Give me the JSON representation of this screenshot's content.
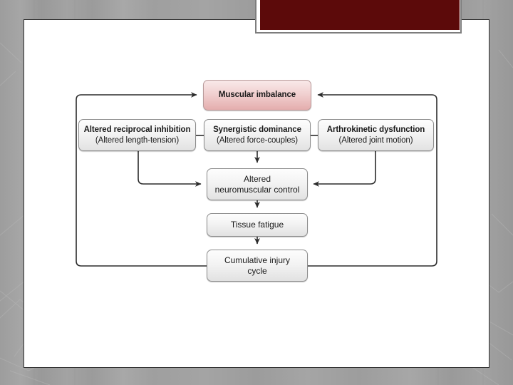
{
  "slide": {
    "banner": {
      "color": "#5c0a0a",
      "label": ""
    },
    "background_color": "#9e9e9e",
    "canvas_color": "#ffffff"
  },
  "diagram": {
    "type": "flowchart",
    "title": "Cumulative injury cycle flowchart",
    "nodes": [
      {
        "id": "muscular-imbalance",
        "lines": [
          "Muscular imbalance"
        ],
        "style": "pink",
        "bold_first_line": true
      },
      {
        "id": "altered-reciprocal-inhibition",
        "lines": [
          "Altered reciprocal inhibition",
          "(Altered length-tension)"
        ],
        "style": "gray",
        "bold_first_line": true
      },
      {
        "id": "synergistic-dominance",
        "lines": [
          "Synergistic dominance",
          "(Altered force-couples)"
        ],
        "style": "gray",
        "bold_first_line": true
      },
      {
        "id": "arthrokinetic-dysfunction",
        "lines": [
          "Arthrokinetic dysfunction",
          "(Altered joint motion)"
        ],
        "style": "gray",
        "bold_first_line": true
      },
      {
        "id": "altered-neuromuscular-control",
        "lines": [
          "Altered",
          "neuromuscular control"
        ],
        "style": "gray",
        "bold_first_line": false
      },
      {
        "id": "tissue-fatigue",
        "lines": [
          "Tissue fatigue"
        ],
        "style": "gray",
        "bold_first_line": false
      },
      {
        "id": "cumulative-injury-cycle",
        "lines": [
          "Cumulative injury",
          "cycle"
        ],
        "style": "gray",
        "bold_first_line": false
      }
    ],
    "edges": [
      {
        "from": "cumulative-injury-cycle",
        "to": "muscular-imbalance",
        "path": "left-loop",
        "arrow": true
      },
      {
        "from": "cumulative-injury-cycle",
        "to": "muscular-imbalance",
        "path": "right-loop",
        "arrow": true
      },
      {
        "from": "altered-reciprocal-inhibition",
        "to": "altered-neuromuscular-control",
        "path": "elbow-right",
        "arrow": true
      },
      {
        "from": "synergistic-dominance",
        "to": "altered-neuromuscular-control",
        "path": "straight-down",
        "arrow": true
      },
      {
        "from": "arthrokinetic-dysfunction",
        "to": "altered-neuromuscular-control",
        "path": "elbow-left",
        "arrow": true
      },
      {
        "from": "altered-neuromuscular-control",
        "to": "tissue-fatigue",
        "path": "straight-down",
        "arrow": true
      },
      {
        "from": "tissue-fatigue",
        "to": "cumulative-injury-cycle",
        "path": "straight-down",
        "arrow": true
      },
      {
        "from": "altered-reciprocal-inhibition",
        "to": "synergistic-dominance",
        "path": "link",
        "arrow": false
      },
      {
        "from": "synergistic-dominance",
        "to": "arthrokinetic-dysfunction",
        "path": "link",
        "arrow": false
      }
    ],
    "colors": {
      "connector": "#2b2b2b",
      "node_border": "#8d8d8d",
      "node_fill_gray": "#f1f1f1",
      "node_fill_pink": "#eec6c6"
    }
  }
}
